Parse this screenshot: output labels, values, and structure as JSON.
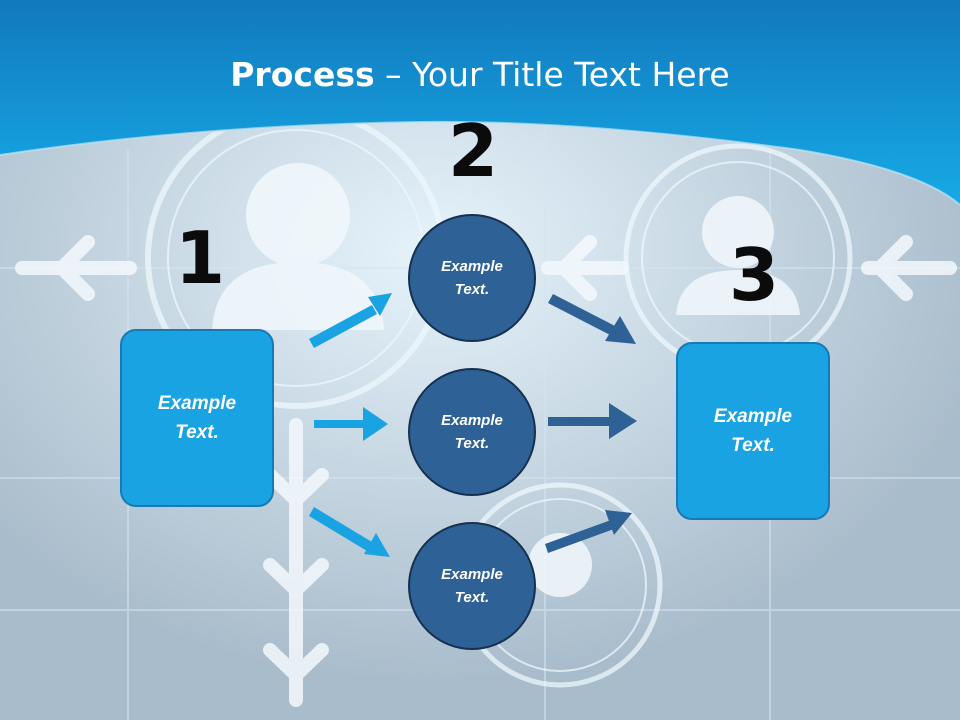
{
  "slide": {
    "title_bold": "Process",
    "title_rest": " – Your Title Text Here",
    "steps": [
      "1",
      "2",
      "3"
    ],
    "left_box": [
      "Example",
      "Text."
    ],
    "right_box": [
      "Example",
      "Text."
    ],
    "circles": [
      [
        "Example",
        "Text."
      ],
      [
        "Example",
        "Text."
      ],
      [
        "Example",
        "Text."
      ]
    ]
  },
  "colors": {
    "header_blue": "#1aa3e3",
    "box_fill": "#1aa3e3",
    "circle_fill": "#2e6196",
    "arrow_light": "#1aa3e3",
    "arrow_dark": "#2e6196"
  }
}
